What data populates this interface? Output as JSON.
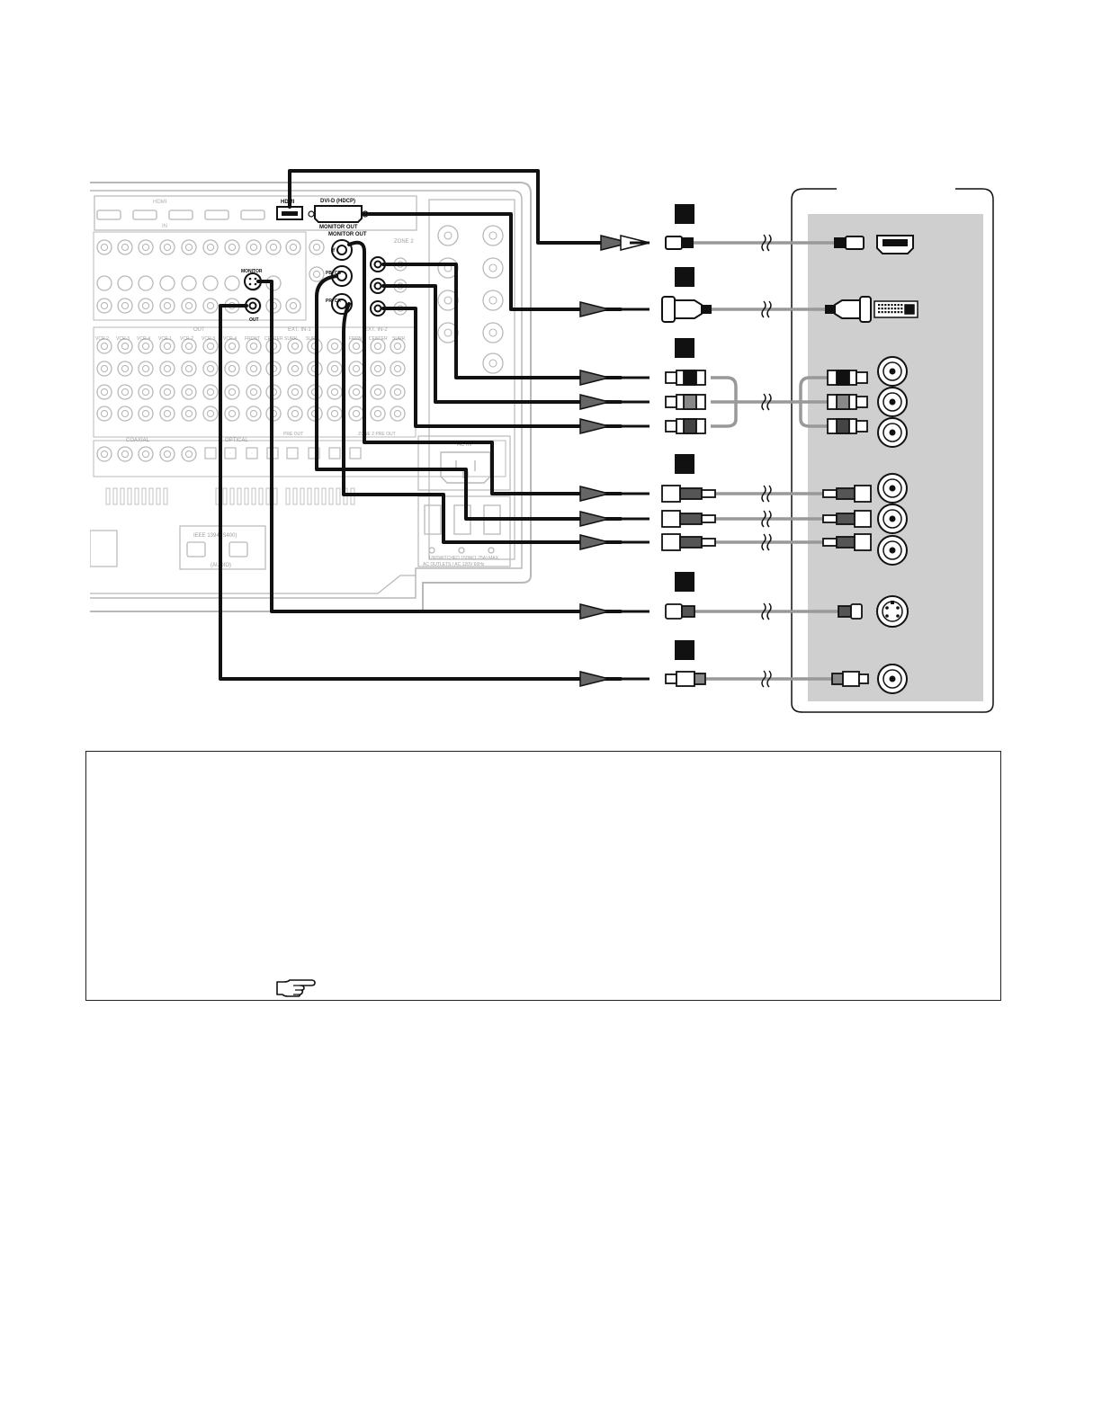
{
  "receiver": {
    "hdmi_header": "HDMI",
    "hdmi_label": "HDMI",
    "dvi_label": "DVI-D (HDCP)",
    "monitor_out_label": "MONITOR OUT",
    "monitor_out_component_label": "MONITOR OUT",
    "zone_2_label": "ZONE 2",
    "pb_label": "PB/ CB",
    "pr_label": "PR/ CR",
    "y_label": "Y",
    "monitor_svideo_label": "MONITOR",
    "out_label": "OUT",
    "in_label": "IN",
    "ext_in_1": "EXT. IN-1",
    "ext_in_2": "EXT. IN-2",
    "coaxial_label": "COAXIAL",
    "optical_label": "OPTICAL",
    "ac_in_label": "AC IN",
    "ieee_label": "IEEE 1394 (S400)",
    "ac_outlet_label": "UNSWITCHED 150W(1.25A) MAX.",
    "ac_outlets_label": "AC OUTLETS / AC 120V 60Hz",
    "pre_out_label": "PRE OUT",
    "zone_pre_out_label": "ZONE 2 PRE OUT",
    "audio_label": "(AUDIO)",
    "jack_row_labels": [
      "VCR-2",
      "VCR-3",
      "VCR-4",
      "VCR-1",
      "VCR-2",
      "VCR-3",
      "VCR-4",
      "FRONT",
      "CENTER",
      "SURR.",
      "SURR.",
      "FRONT",
      "CENTER",
      "SURR."
    ]
  },
  "connection_markers": [
    "",
    "",
    "",
    "",
    "",
    ""
  ],
  "note": {
    "lines": [
      "",
      "",
      "",
      "",
      "",
      "",
      ""
    ],
    "reference_icon": "pointing-hand-icon"
  },
  "colors": {
    "cable": "#111111",
    "connector_cable": "#999999",
    "tv_panel": "#cfcfcf",
    "receiver_outline": "#b8b8b8"
  }
}
